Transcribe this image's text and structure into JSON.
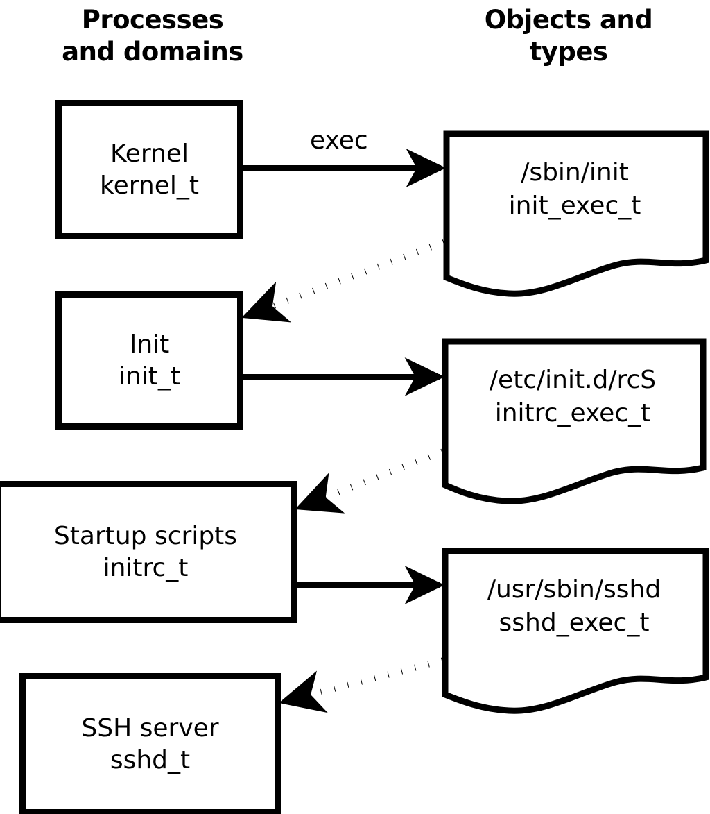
{
  "diagram": {
    "title_left": "Processes and domains",
    "title_right": "Objects and types",
    "stroke_color": "#000000",
    "background_color": "#ffffff",
    "headings": {
      "left": [
        "Processes",
        "and domains"
      ],
      "right": [
        "Objects and",
        "types"
      ]
    },
    "processes": [
      {
        "id": "kernel",
        "name": "Kernel",
        "type": "kernel_t"
      },
      {
        "id": "init",
        "name": "Init",
        "type": "init_t"
      },
      {
        "id": "initrc",
        "name": "Startup scripts",
        "type": "initrc_t"
      },
      {
        "id": "sshd",
        "name": "SSH server",
        "type": "sshd_t"
      }
    ],
    "objects": [
      {
        "id": "init_exec",
        "path": "/sbin/init",
        "type": "init_exec_t"
      },
      {
        "id": "initrc_exec",
        "path": "/etc/init.d/rcS",
        "type": "initrc_exec_t"
      },
      {
        "id": "sshd_exec",
        "path": "/usr/sbin/sshd",
        "type": "sshd_exec_t"
      }
    ],
    "edges": [
      {
        "id": "kernel-exec-init",
        "from": "kernel",
        "to": "init_exec",
        "style": "solid",
        "label": "exec"
      },
      {
        "id": "init_exec-becomes",
        "from": "init_exec",
        "to": "init",
        "style": "dotted",
        "label": ""
      },
      {
        "id": "init-exec-initrc",
        "from": "init",
        "to": "initrc_exec",
        "style": "solid",
        "label": ""
      },
      {
        "id": "initrc_exec-becomes",
        "from": "initrc_exec",
        "to": "initrc",
        "style": "dotted",
        "label": ""
      },
      {
        "id": "initrc-exec-sshd",
        "from": "initrc",
        "to": "sshd_exec",
        "style": "solid",
        "label": ""
      },
      {
        "id": "sshd_exec-becomes",
        "from": "sshd_exec",
        "to": "sshd",
        "style": "dotted",
        "label": ""
      }
    ]
  }
}
